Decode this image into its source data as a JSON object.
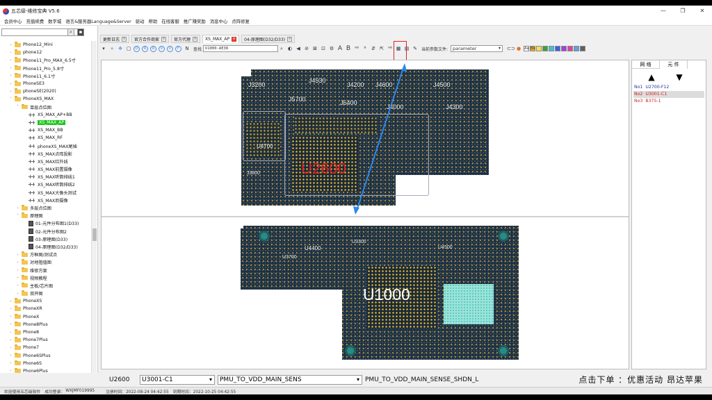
{
  "app": {
    "title": "五芯级-维修宝典 V5.6"
  },
  "window_controls": {
    "minimize": "—",
    "maximize": "❐",
    "close": "✕"
  },
  "menu": [
    "会员中心",
    "充值续费",
    "数字城",
    "语言&服务器Language&Server",
    "驱动",
    "帮助",
    "在线客服",
    "推广赚奖励",
    "消息中心",
    "点阵修复"
  ],
  "sidebar": {
    "search_value": "",
    "tree": [
      {
        "label": "Phone12_Mini",
        "level": 1,
        "type": "folder",
        "expand": "›"
      },
      {
        "label": "phone12",
        "level": 1,
        "type": "folder",
        "expand": "›"
      },
      {
        "label": "Phone11_Pro_MAX_6.5寸",
        "level": 1,
        "type": "folder",
        "expand": "›"
      },
      {
        "label": "Phone11_Pro_5.8寸",
        "level": 1,
        "type": "folder",
        "expand": "›"
      },
      {
        "label": "Phone11_6.1寸",
        "level": 1,
        "type": "folder",
        "expand": "›"
      },
      {
        "label": "PhoneSE3",
        "level": 1,
        "type": "folder",
        "expand": "›"
      },
      {
        "label": "phoneSE(2020)",
        "level": 1,
        "type": "folder",
        "expand": "›"
      },
      {
        "label": "PhoneXS_MAX",
        "level": 1,
        "type": "folder",
        "expand": "˅"
      },
      {
        "label": "单层点位图",
        "level": 2,
        "type": "folder",
        "expand": "˅"
      },
      {
        "label": "XS_MAX_AP+BB",
        "level": 3,
        "type": "chip",
        "expand": ""
      },
      {
        "label": "XS_MAX_AP",
        "level": 3,
        "type": "chip",
        "expand": "",
        "selected": true
      },
      {
        "label": "XS_MAX_BB",
        "level": 3,
        "type": "chip",
        "expand": ""
      },
      {
        "label": "XS_MAX_RF",
        "level": 3,
        "type": "chip",
        "expand": ""
      },
      {
        "label": "phoneXS_MAX尾插",
        "level": 3,
        "type": "chip",
        "expand": ""
      },
      {
        "label": "XS_MAX点阵投影",
        "level": 3,
        "type": "chip",
        "expand": ""
      },
      {
        "label": "XS_MAX红外线",
        "level": 3,
        "type": "chip",
        "expand": ""
      },
      {
        "label": "XS_MAX前置摄像",
        "level": 3,
        "type": "chip",
        "expand": ""
      },
      {
        "label": "XS_MAX听筒排线1",
        "level": 3,
        "type": "chip",
        "expand": ""
      },
      {
        "label": "XS_MAX听筒排线2",
        "level": 3,
        "type": "chip",
        "expand": ""
      },
      {
        "label": "XS_MAX大像头测试",
        "level": 3,
        "type": "chip",
        "expand": ""
      },
      {
        "label": "XS_MAX后摄像",
        "level": 3,
        "type": "chip",
        "expand": ""
      },
      {
        "label": "多层点位图",
        "level": 2,
        "type": "folder",
        "expand": "›"
      },
      {
        "label": "原理图",
        "level": 2,
        "type": "folder",
        "expand": "˅"
      },
      {
        "label": "01-元件分布图1(D33)",
        "level": 3,
        "type": "doc",
        "expand": ""
      },
      {
        "label": "02-元件分布图2",
        "level": 3,
        "type": "doc",
        "expand": ""
      },
      {
        "label": "03-原理图(D33)",
        "level": 3,
        "type": "doc",
        "expand": ""
      },
      {
        "label": "04-原理图(D32/D33)",
        "level": 3,
        "type": "doc",
        "expand": ""
      },
      {
        "label": "方框图/测试点",
        "level": 2,
        "type": "folder",
        "expand": "›"
      },
      {
        "label": "对地阻值图",
        "level": 2,
        "type": "folder",
        "expand": "›"
      },
      {
        "label": "维修方案",
        "level": 2,
        "type": "folder",
        "expand": "›"
      },
      {
        "label": "视频教程",
        "level": 2,
        "type": "folder",
        "expand": "›"
      },
      {
        "label": "主板/芯片图",
        "level": 2,
        "type": "folder",
        "expand": "›"
      },
      {
        "label": "双开图",
        "level": 2,
        "type": "folder",
        "expand": "›"
      },
      {
        "label": "PhoneXS",
        "level": 1,
        "type": "folder",
        "expand": "›"
      },
      {
        "label": "PhoneXR",
        "level": 1,
        "type": "folder",
        "expand": "›"
      },
      {
        "label": "PhoneX",
        "level": 1,
        "type": "folder",
        "expand": "›"
      },
      {
        "label": "Phone8Plus",
        "level": 1,
        "type": "folder",
        "expand": "›"
      },
      {
        "label": "Phone8",
        "level": 1,
        "type": "folder",
        "expand": "›"
      },
      {
        "label": "Phone7Plus",
        "level": 1,
        "type": "folder",
        "expand": "›"
      },
      {
        "label": "Phone7",
        "level": 1,
        "type": "folder",
        "expand": "›"
      },
      {
        "label": "Phone6SPlus",
        "level": 1,
        "type": "folder",
        "expand": "›"
      },
      {
        "label": "Phone6S",
        "level": 1,
        "type": "folder",
        "expand": "›"
      },
      {
        "label": "Phone6Plus",
        "level": 1,
        "type": "folder",
        "expand": "›"
      },
      {
        "label": "Phone6",
        "level": 1,
        "type": "folder",
        "expand": "›"
      }
    ]
  },
  "tabs": [
    {
      "label": "更新日志",
      "active": false
    },
    {
      "label": "官方合作商家",
      "active": false
    },
    {
      "label": "官方代理",
      "active": false
    },
    {
      "label": "XS_MAX_AP",
      "active": true
    },
    {
      "label": "04-原理图(D32/D33)",
      "active": false
    }
  ],
  "toolbar": {
    "search_label": "查找",
    "search_value": "U1000-AE38",
    "letters": [
      "A",
      "B"
    ],
    "param_label": "当前参数文件:",
    "param_value": "parameter",
    "colors": [
      {
        "label": "Aa",
        "color": "#ffffff"
      },
      {
        "label": "Bb",
        "color": "#f0a830"
      },
      {
        "label": "",
        "color": "#ffe040"
      },
      {
        "label": "",
        "color": "#40a040"
      },
      {
        "label": "",
        "color": "#40c0e0"
      },
      {
        "label": "",
        "color": "#4060e0"
      },
      {
        "label": "",
        "color": "#a040e0"
      },
      {
        "label": "",
        "color": "#e040a0"
      },
      {
        "label": "",
        "color": "#60a0e0"
      },
      {
        "label": "",
        "color": "#606060"
      }
    ]
  },
  "board_top": {
    "big_label": "U2600",
    "refs": [
      "J3200",
      "J4530",
      "J4200",
      "J4600",
      "J4500",
      "J5700",
      "J6400",
      "J4000",
      "J4300",
      "U4700",
      "J3800"
    ]
  },
  "board_bottom": {
    "big_label": "U1000",
    "refs": [
      "U4400",
      "U3700",
      "U3300",
      "U4500"
    ]
  },
  "right_panel": {
    "tabs": [
      "网 络",
      "元 件"
    ],
    "arrows": [
      "▲",
      "▼"
    ],
    "items": [
      {
        "no": "No1",
        "value": "U2700-F12"
      },
      {
        "no": "No2",
        "value": "U3001-C1"
      },
      {
        "no": "No3",
        "value": "B375-1"
      }
    ]
  },
  "bottom_bar": {
    "component": "U2600",
    "pin_select": "U3001-C1",
    "net_select": "PMU_TO_VDD_MAIN_SENS",
    "net_full": "PMU_TO_VDD_MAIN_SENSE_SHDN_L",
    "promo": "点击下单 ：优惠活动 昂达苹果"
  },
  "status": {
    "welcome": "欢迎使用五芯级软件",
    "login_label": "成功登录：",
    "login_user": "WXJMF019995",
    "register": "注册时间：2022-08-24 04:42:55",
    "expire": "到期时间：2022-10-25 04:42:55"
  }
}
